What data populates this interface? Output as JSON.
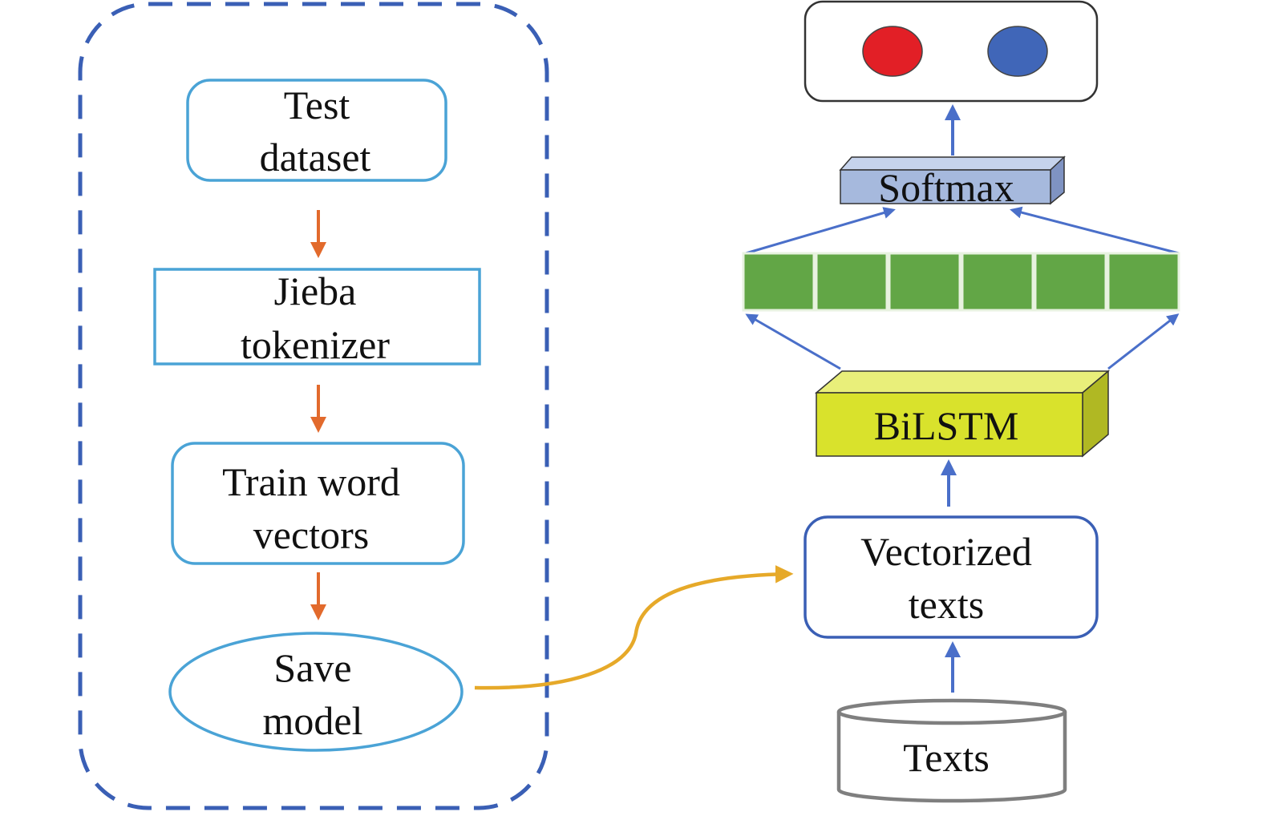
{
  "colors": {
    "dashed_border": "#3a5fb5",
    "box_border": "#4aa3d6",
    "orange_arrow": "#e26a2c",
    "blue_arrow": "#4a6fc9",
    "curve_arrow": "#e6a929",
    "red_dot": "#e21f26",
    "blue_dot": "#4066b8",
    "softmax_fill": "#a6b9dd",
    "green_cell": "#62a646",
    "bilstm_fill": "#d9e22c",
    "cylinder_stroke": "#7f7f7f"
  },
  "left_flow": {
    "test_dataset": {
      "line1": "Test",
      "line2": "dataset"
    },
    "jieba_tokenizer": {
      "line1": "Jieba",
      "line2": "tokenizer"
    },
    "train_word_vectors": {
      "line1": "Train word",
      "line2": "vectors"
    },
    "save_model": {
      "line1": "Save",
      "line2": "model"
    }
  },
  "right_flow": {
    "softmax": "Softmax",
    "green_cells": 6,
    "bilstm": "BiLSTM",
    "vectorized_texts": {
      "line1": "Vectorized",
      "line2": "texts"
    },
    "texts": "Texts",
    "output_dots": [
      "red",
      "blue"
    ]
  }
}
